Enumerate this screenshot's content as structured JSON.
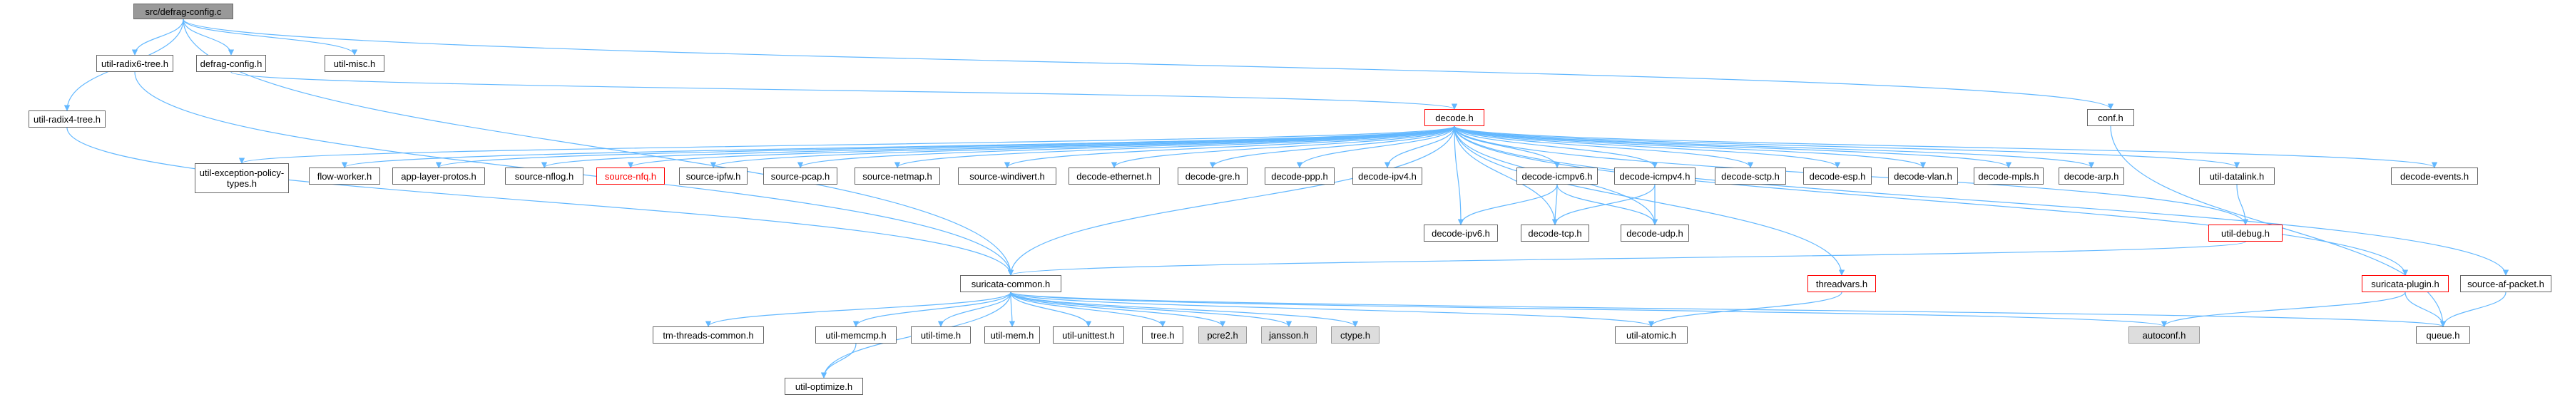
{
  "graph": {
    "nodes": {
      "root": "src/defrag-config.c",
      "util_radix6_tree": "util-radix6-tree.h",
      "defrag_config": "defrag-config.h",
      "util_misc": "util-misc.h",
      "util_radix4_tree": "util-radix4-tree.h",
      "decode": "decode.h",
      "conf": "conf.h",
      "util_exception_policy_types": "util-exception-policy-types.h",
      "flow_worker": "flow-worker.h",
      "app_layer_protos": "app-layer-protos.h",
      "source_nflog": "source-nflog.h",
      "source_nfq": "source-nfq.h",
      "source_ipfw": "source-ipfw.h",
      "source_pcap": "source-pcap.h",
      "source_netmap": "source-netmap.h",
      "source_windivert": "source-windivert.h",
      "decode_ethernet": "decode-ethernet.h",
      "decode_gre": "decode-gre.h",
      "decode_ppp": "decode-ppp.h",
      "decode_ipv4": "decode-ipv4.h",
      "decode_icmpv6": "decode-icmpv6.h",
      "decode_icmpv4": "decode-icmpv4.h",
      "decode_sctp": "decode-sctp.h",
      "decode_esp": "decode-esp.h",
      "decode_vlan": "decode-vlan.h",
      "decode_mpls": "decode-mpls.h",
      "decode_arp": "decode-arp.h",
      "util_datalink": "util-datalink.h",
      "decode_events": "decode-events.h",
      "decode_ipv6": "decode-ipv6.h",
      "decode_tcp": "decode-tcp.h",
      "decode_udp": "decode-udp.h",
      "util_debug": "util-debug.h",
      "suricata_common": "suricata-common.h",
      "threadvars": "threadvars.h",
      "suricata_plugin": "suricata-plugin.h",
      "source_af_packet": "source-af-packet.h",
      "tm_threads_common": "tm-threads-common.h",
      "util_memcmp": "util-memcmp.h",
      "util_time": "util-time.h",
      "util_mem": "util-mem.h",
      "util_unittest": "util-unittest.h",
      "tree": "tree.h",
      "pcre2": "pcre2.h",
      "jansson": "jansson.h",
      "ctype": "ctype.h",
      "util_atomic": "util-atomic.h",
      "autoconf": "autoconf.h",
      "queue": "queue.h",
      "util_optimize": "util-optimize.h"
    },
    "edges": [
      [
        "root",
        "util_radix6_tree"
      ],
      [
        "root",
        "defrag_config"
      ],
      [
        "root",
        "util_misc"
      ],
      [
        "root",
        "util_radix4_tree"
      ],
      [
        "root",
        "suricata_common"
      ],
      [
        "root",
        "conf"
      ],
      [
        "util_radix6_tree",
        "suricata_common"
      ],
      [
        "util_radix4_tree",
        "suricata_common"
      ],
      [
        "defrag_config",
        "decode"
      ],
      [
        "decode",
        "util_exception_policy_types"
      ],
      [
        "decode",
        "flow_worker"
      ],
      [
        "decode",
        "app_layer_protos"
      ],
      [
        "decode",
        "source_nflog"
      ],
      [
        "decode",
        "source_nfq"
      ],
      [
        "decode",
        "source_ipfw"
      ],
      [
        "decode",
        "source_pcap"
      ],
      [
        "decode",
        "source_netmap"
      ],
      [
        "decode",
        "source_windivert"
      ],
      [
        "decode",
        "decode_ethernet"
      ],
      [
        "decode",
        "decode_gre"
      ],
      [
        "decode",
        "decode_ppp"
      ],
      [
        "decode",
        "decode_ipv4"
      ],
      [
        "decode",
        "decode_icmpv6"
      ],
      [
        "decode",
        "decode_icmpv4"
      ],
      [
        "decode",
        "decode_sctp"
      ],
      [
        "decode",
        "decode_esp"
      ],
      [
        "decode",
        "decode_vlan"
      ],
      [
        "decode",
        "decode_mpls"
      ],
      [
        "decode",
        "decode_arp"
      ],
      [
        "decode",
        "util_datalink"
      ],
      [
        "decode",
        "decode_events"
      ],
      [
        "decode",
        "decode_ipv6"
      ],
      [
        "decode",
        "decode_tcp"
      ],
      [
        "decode",
        "decode_udp"
      ],
      [
        "decode",
        "util_debug"
      ],
      [
        "decode",
        "suricata_common"
      ],
      [
        "decode",
        "threadvars"
      ],
      [
        "decode",
        "suricata_plugin"
      ],
      [
        "decode",
        "source_af_packet"
      ],
      [
        "decode_icmpv6",
        "decode_ipv6"
      ],
      [
        "decode_icmpv6",
        "decode_tcp"
      ],
      [
        "decode_icmpv6",
        "decode_udp"
      ],
      [
        "decode_icmpv4",
        "decode_tcp"
      ],
      [
        "decode_icmpv4",
        "decode_udp"
      ],
      [
        "util_datalink",
        "util_debug"
      ],
      [
        "util_debug",
        "suricata_common"
      ],
      [
        "conf",
        "queue"
      ],
      [
        "threadvars",
        "util_atomic"
      ],
      [
        "suricata_plugin",
        "autoconf"
      ],
      [
        "suricata_plugin",
        "queue"
      ],
      [
        "source_af_packet",
        "queue"
      ],
      [
        "suricata_common",
        "tm_threads_common"
      ],
      [
        "suricata_common",
        "util_memcmp"
      ],
      [
        "suricata_common",
        "util_time"
      ],
      [
        "suricata_common",
        "util_mem"
      ],
      [
        "suricata_common",
        "util_unittest"
      ],
      [
        "suricata_common",
        "tree"
      ],
      [
        "suricata_common",
        "pcre2"
      ],
      [
        "suricata_common",
        "jansson"
      ],
      [
        "suricata_common",
        "ctype"
      ],
      [
        "suricata_common",
        "util_atomic"
      ],
      [
        "suricata_common",
        "autoconf"
      ],
      [
        "suricata_common",
        "queue"
      ],
      [
        "suricata_common",
        "util_optimize"
      ],
      [
        "util_memcmp",
        "util_optimize"
      ]
    ],
    "colors": {
      "edge": "#63b8ff",
      "node_border": "#666666",
      "highlight_border": "#ff0000",
      "external_fill": "#dddddd",
      "root_fill": "#999999"
    }
  }
}
